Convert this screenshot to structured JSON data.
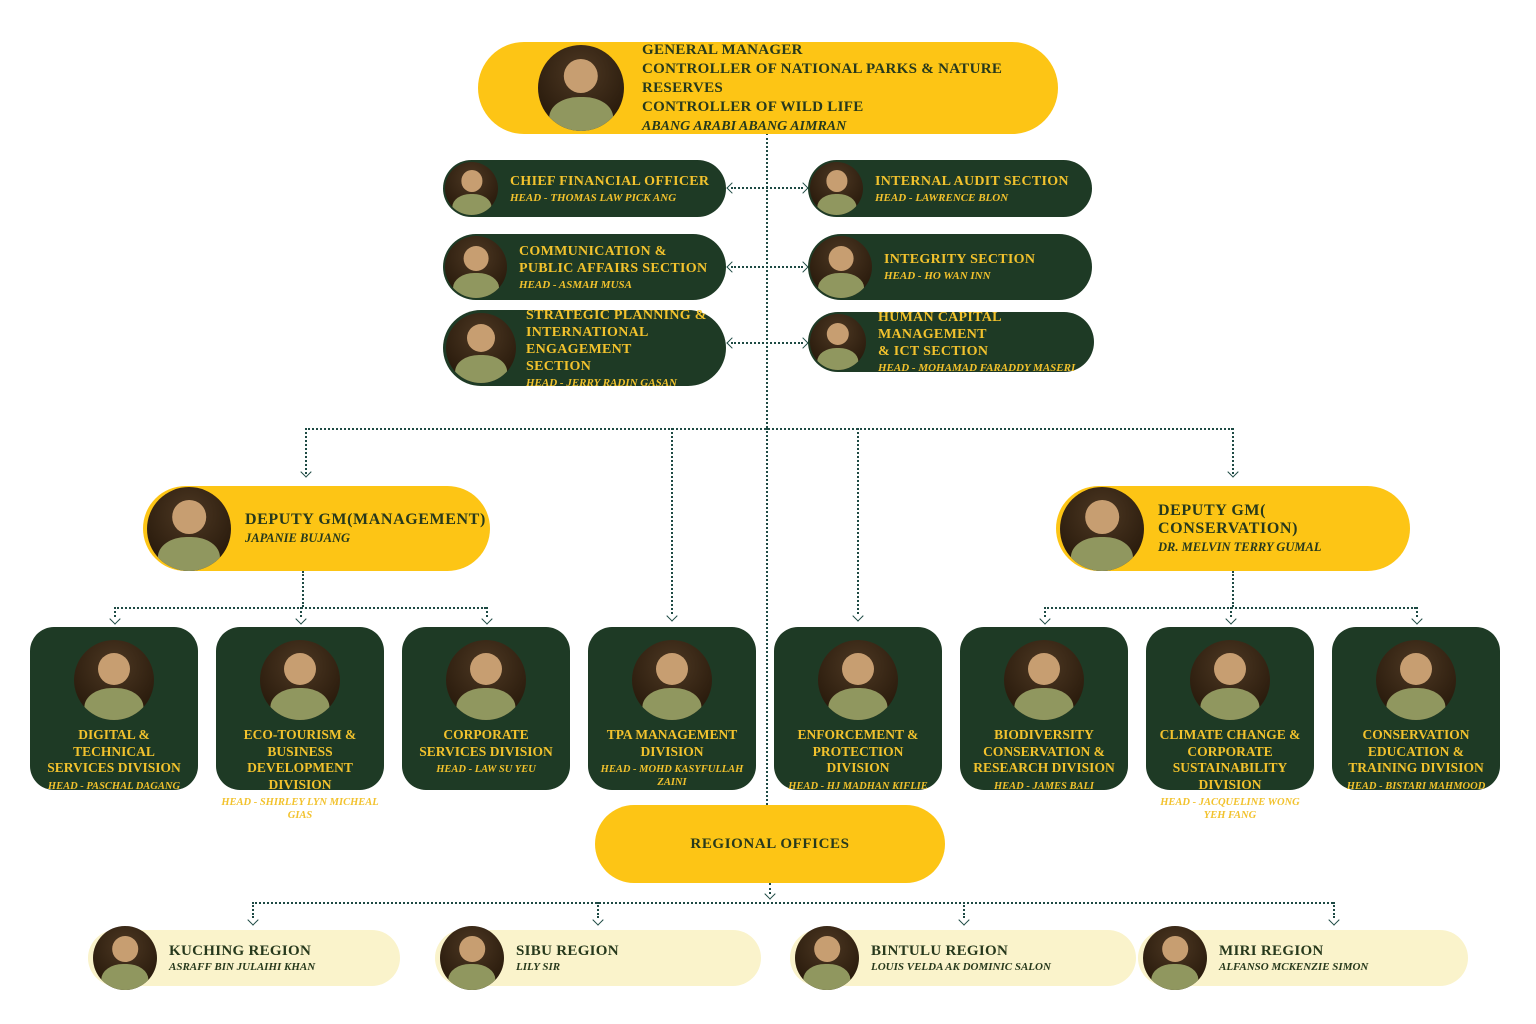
{
  "colors": {
    "box_yellow": "#fdc515",
    "box_dark_green": "#1e3a25",
    "box_cream": "#faf3cb",
    "text_gold": "#f2c22d",
    "text_dark_green": "#27391c",
    "connector": "#1e4a44"
  },
  "gm": {
    "title_lines": [
      "GENERAL MANAGER",
      "CONTROLLER OF NATIONAL PARKS & NATURE RESERVES",
      "CONTROLLER OF WILD LIFE"
    ],
    "name": "ABANG ARABI ABANG AIMRAN"
  },
  "sections": [
    {
      "title": "CHIEF FINANCIAL OFFICER",
      "head": "HEAD - THOMAS LAW PICK ANG"
    },
    {
      "title": "INTERNAL AUDIT SECTION",
      "head": "HEAD - LAWRENCE BLON"
    },
    {
      "title": "COMMUNICATION &\nPUBLIC AFFAIRS SECTION",
      "head": "HEAD - ASMAH MUSA"
    },
    {
      "title": "INTEGRITY SECTION",
      "head": "HEAD - HO WAN INN"
    },
    {
      "title": "STRATEGIC PLANNING &\nINTERNATIONAL ENGAGEMENT\nSECTION",
      "head": "HEAD - JERRY RADIN GASAN"
    },
    {
      "title": "HUMAN CAPITAL MANAGEMENT\n& ICT SECTION",
      "head": "HEAD - MOHAMAD FARADDY MASERI"
    }
  ],
  "deputies": [
    {
      "title": "DEPUTY GM(MANAGEMENT)",
      "name": "JAPANIE BUJANG"
    },
    {
      "title": "DEPUTY GM( CONSERVATION)",
      "name": "DR. MELVIN TERRY GUMAL"
    }
  ],
  "divisions": [
    {
      "title": "DIGITAL &\nTECHNICAL\nSERVICES DIVISION",
      "head": "HEAD - PASCHAL DAGANG"
    },
    {
      "title": "ECO-TOURISM &\nBUSINESS\nDEVELOPMENT\nDIVISION",
      "head": "HEAD - SHIRLEY LYN MICHEAL\nGIAS"
    },
    {
      "title": "CORPORATE\nSERVICES DIVISION",
      "head": "HEAD - LAW SU YEU"
    },
    {
      "title": "TPA MANAGEMENT\nDIVISION",
      "head": "HEAD - MOHD KASYFULLAH ZAINI"
    },
    {
      "title": "ENFORCEMENT &\nPROTECTION\nDIVISION",
      "head": "HEAD - HJ MADHAN KIFLIE"
    },
    {
      "title": "BIODIVERSITY\nCONSERVATION &\nRESEARCH DIVISION",
      "head": "HEAD - JAMES BALI"
    },
    {
      "title": "CLIMATE CHANGE &\nCORPORATE\nSUSTAINABILITY\nDIVISION",
      "head": "HEAD - JACQUELINE WONG\nYEH FANG"
    },
    {
      "title": "CONSERVATION\nEDUCATION &\nTRAINING DIVISION",
      "head": "HEAD - BISTARI MAHMOOD"
    }
  ],
  "regional_offices_label": "REGIONAL OFFICES",
  "regions": [
    {
      "title": "KUCHING REGION",
      "name": "ASRAFF BIN JULAIHI KHAN"
    },
    {
      "title": "SIBU REGION",
      "name": "LILY SIR"
    },
    {
      "title": "BINTULU REGION",
      "name": "LOUIS VELDA AK DOMINIC SALON"
    },
    {
      "title": "MIRI REGION",
      "name": "ALFANSO MCKENZIE SIMON"
    }
  ]
}
